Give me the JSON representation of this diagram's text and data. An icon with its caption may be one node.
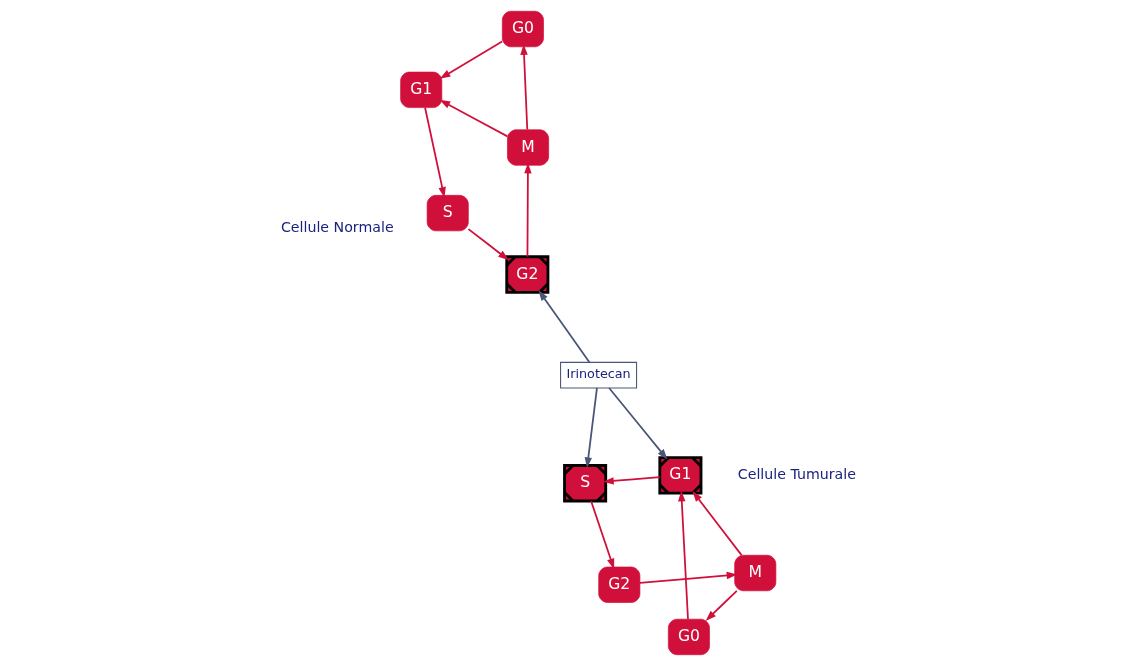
{
  "diagram": {
    "nodes": [
      {
        "text": [
          "S"
        ]
      },
      {
        "text": [
          "G2"
        ]
      },
      {
        "text": [
          "M"
        ]
      },
      {
        "text": [
          "G1"
        ]
      },
      {
        "text": [
          "G0"
        ]
      },
      {
        "text": [
          "S"
        ]
      },
      {
        "text": [
          "G2"
        ]
      },
      {
        "text": [
          "M"
        ]
      },
      {
        "text": [
          "G1"
        ]
      },
      {
        "text": [
          "G0"
        ]
      },
      {
        "text": [
          "Irinotecan"
        ]
      }
    ],
    "edges": [
      {
        "from": 3,
        "to": 0,
        "arrow": "to"
      },
      {
        "from": 0,
        "to": 1,
        "arrow": "to"
      },
      {
        "from": 1,
        "to": 2,
        "arrow": "to"
      },
      {
        "from": 2,
        "to": 3,
        "arrow": "to"
      },
      {
        "from": 2,
        "to": 4,
        "arrow": "to"
      },
      {
        "from": 4,
        "to": 3,
        "arrow": "to"
      },
      {
        "from": 8,
        "to": 5,
        "arrow": "to"
      },
      {
        "from": 5,
        "to": 6,
        "arrow": "to"
      },
      {
        "from": 6,
        "to": 7,
        "arrow": "to"
      },
      {
        "from": 7,
        "to": 8,
        "arrow": "to"
      },
      {
        "from": 7,
        "to": 9,
        "arrow": "to"
      },
      {
        "from": 9,
        "to": 8,
        "arrow": "to"
      },
      {
        "from": 10,
        "to": 1,
        "arrow": "to",
        "color": "#4a5578"
      },
      {
        "from": 10,
        "to": 5,
        "arrow": "to",
        "color": "#4a5578"
      },
      {
        "from": 10,
        "to": 8,
        "arrow": "to",
        "color": "#4a5578"
      }
    ],
    "labels": [
      "Cellule Normale",
      "Cellule Tumurale"
    ]
  }
}
